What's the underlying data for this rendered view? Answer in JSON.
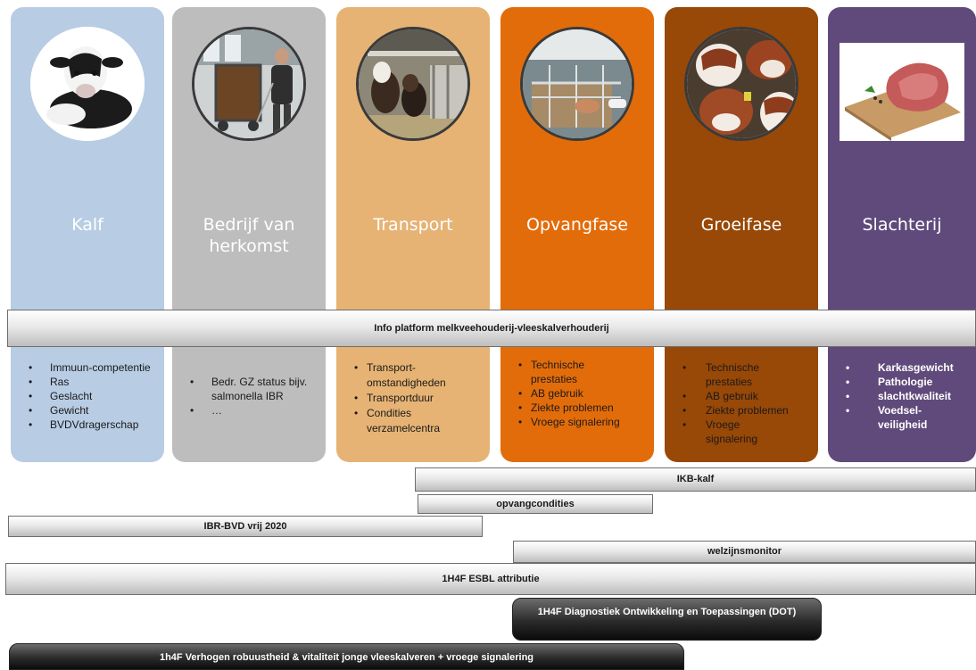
{
  "colors": {
    "kalf": "#b8cce4",
    "bedrijf": "#bdbdbd",
    "transport": "#e6b374",
    "opvangfase": "#e36c0a",
    "groeifase": "#984807",
    "slachterij": "#604a7b"
  },
  "columns": [
    {
      "title": "Kalf",
      "photo": "calf-photo-icon",
      "items": [
        "Immuun-competentie",
        "Ras",
        "Geslacht",
        "Gewicht",
        "BVDVdragerschap"
      ]
    },
    {
      "title": "Bedrijf van herkomst",
      "photo": "farmer-with-calf-box-photo-icon",
      "items": [
        "Bedr. GZ status bijv. salmonella IBR",
        "…"
      ]
    },
    {
      "title": "Transport",
      "photo": "calves-transport-photo-icon",
      "items": [
        "Transport-omstandigheden",
        "Transportduur",
        "Condities verzamelcentra"
      ]
    },
    {
      "title": "Opvangfase",
      "photo": "calf-pens-photo-icon",
      "items": [
        "Technische prestaties",
        "AB gebruik",
        "Ziekte problemen",
        "Vroege signalering"
      ]
    },
    {
      "title": "Groeifase",
      "photo": "calf-heads-photo-icon",
      "items": [
        "Technische prestaties",
        "AB gebruik",
        "Ziekte problemen",
        "Vroege signalering"
      ]
    },
    {
      "title": "Slachterij",
      "photo": "meat-on-board-photo-icon",
      "items": [
        "Karkasgewicht",
        "Pathologie",
        "slachtkwaliteit",
        "Voedsel-veiligheid"
      ]
    }
  ],
  "bars": {
    "platform": "Info platform melkveehouderij-vleeskalverhouderij",
    "ikb": "IKB-kalf",
    "opvang": "opvangcondities",
    "ibr": "IBR-BVD vrij 2020",
    "welzijn": "welzijnsmonitor",
    "esbl": "1H4F ESBL attributie",
    "dot": "1H4F Diagnostiek Ontwikkeling en Toepassingen (DOT)",
    "robuust": "1h4F Verhogen robuustheid & vitaliteit jonge vleeskalveren + vroege signalering"
  }
}
